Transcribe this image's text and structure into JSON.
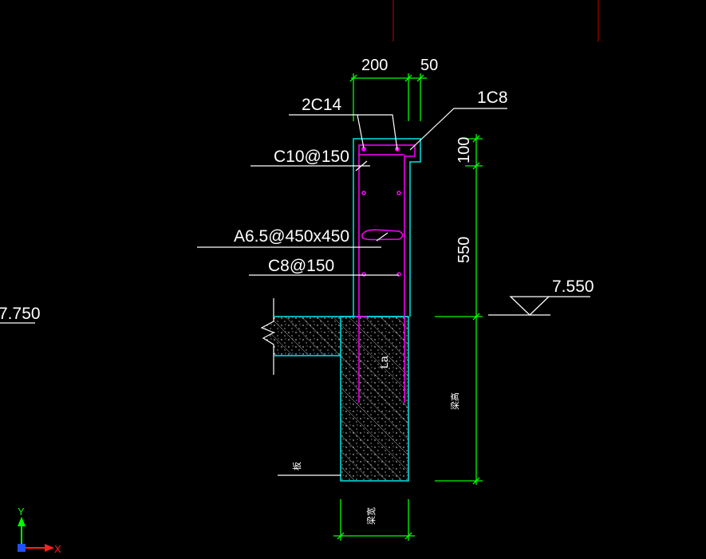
{
  "drawing": {
    "labels": {
      "rebar_top": "2C14",
      "rebar_corner": "1C8",
      "stirrup": "C10@150",
      "tie": "A6.5@450x450",
      "dist_bar": "C8@150",
      "anchorage": "La",
      "slab_note": "板",
      "beam_note": "梁高",
      "beam_width": "梁宽"
    },
    "dimensions": {
      "width": "200",
      "offset": "50",
      "top_height": "100",
      "parapet_height": "550"
    },
    "elevations": {
      "right": "7.550",
      "left": "7.750"
    },
    "colors": {
      "background": "#000000",
      "outline": "#00e5e5",
      "rebar": "#ff00ff",
      "dimension": "#00ff00",
      "leader": "#ffffff",
      "grid_line": "#8b0000"
    }
  },
  "ucs": {
    "x_label": "X",
    "y_label": "Y"
  }
}
